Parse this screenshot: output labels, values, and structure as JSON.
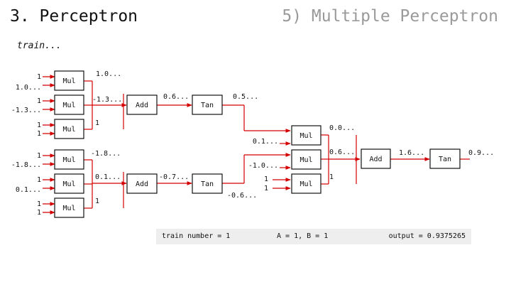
{
  "header": {
    "title": "3. Perceptron",
    "section": "5) Multiple Perceptron",
    "subtitle": "train..."
  },
  "colors": {
    "wire": "#d40000",
    "status_bg": "#eeeeee",
    "section_title": "#9a9a9a"
  },
  "diagram": {
    "nodes": [
      {
        "id": "mul1",
        "label": "Mul"
      },
      {
        "id": "mul2",
        "label": "Mul"
      },
      {
        "id": "mul3",
        "label": "Mul"
      },
      {
        "id": "add1",
        "label": "Add"
      },
      {
        "id": "tan1",
        "label": "Tan"
      },
      {
        "id": "mul4",
        "label": "Mul"
      },
      {
        "id": "mul5",
        "label": "Mul"
      },
      {
        "id": "mul6",
        "label": "Mul"
      },
      {
        "id": "add2",
        "label": "Add"
      },
      {
        "id": "tan2",
        "label": "Tan"
      },
      {
        "id": "mul7",
        "label": "Mul"
      },
      {
        "id": "mul8",
        "label": "Mul"
      },
      {
        "id": "mul9",
        "label": "Mul"
      },
      {
        "id": "add3",
        "label": "Add"
      },
      {
        "id": "tan3",
        "label": "Tan"
      }
    ],
    "values": {
      "mul1_in_a": "1",
      "mul1_in_b": "1.0...",
      "mul1_out": "1.0...",
      "mul2_in_a": "1",
      "mul2_in_b": "-1.3...",
      "mul2_out": "-1.3...",
      "mul3_in_a": "1",
      "mul3_in_b": "1",
      "mul3_out": "1",
      "add1_out": "0.6...",
      "tan1_out": "0.5...",
      "mul4_in_a": "1",
      "mul4_in_b": "-1.8...",
      "mul4_out": "-1.8...",
      "mul5_in_a": "1",
      "mul5_in_b": "0.1...",
      "mul5_out": "0.1...",
      "mul6_in_a": "1",
      "mul6_in_b": "1",
      "mul6_out": "1",
      "add2_out": "-0.7...",
      "tan2_out": "-0.6...",
      "mul7_in_b": "0.1...",
      "mul7_out": "0.0...",
      "mul8_in_b": "-1.0...",
      "mul8_out": "0.6...",
      "mul9_in_a": "1",
      "mul9_in_b": "1",
      "mul9_out": "1",
      "add3_out": "1.6...",
      "tan3_out": "0.9..."
    }
  },
  "status": {
    "train_number": "train number = 1",
    "inputs": "A = 1, B = 1",
    "output": "output = 0.9375265"
  }
}
